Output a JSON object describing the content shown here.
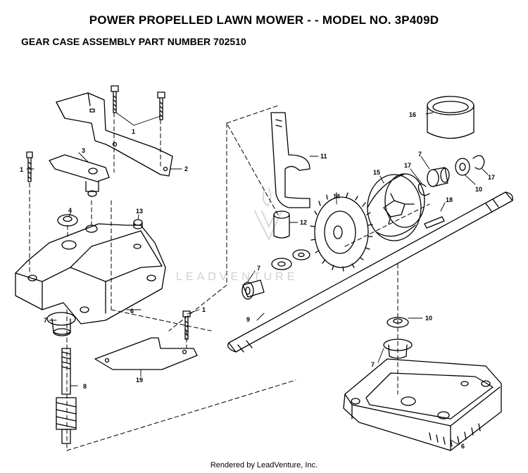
{
  "header": {
    "title": "POWER PROPELLED LAWN MOWER - - MODEL NO. 3P409D",
    "subtitle": "GEAR CASE ASSEMBLY PART NUMBER 702510"
  },
  "callouts": [
    "1",
    "1",
    "1",
    "2",
    "3",
    "4",
    "13",
    "6",
    "7",
    "8",
    "19",
    "11",
    "12",
    "14",
    "15",
    "16",
    "17",
    "7",
    "10",
    "17",
    "18",
    "7",
    "9",
    "10",
    "7",
    "6"
  ],
  "watermark": "LEADVENTURE",
  "footer": {
    "text": "Rendered by LeadVenture, Inc."
  }
}
